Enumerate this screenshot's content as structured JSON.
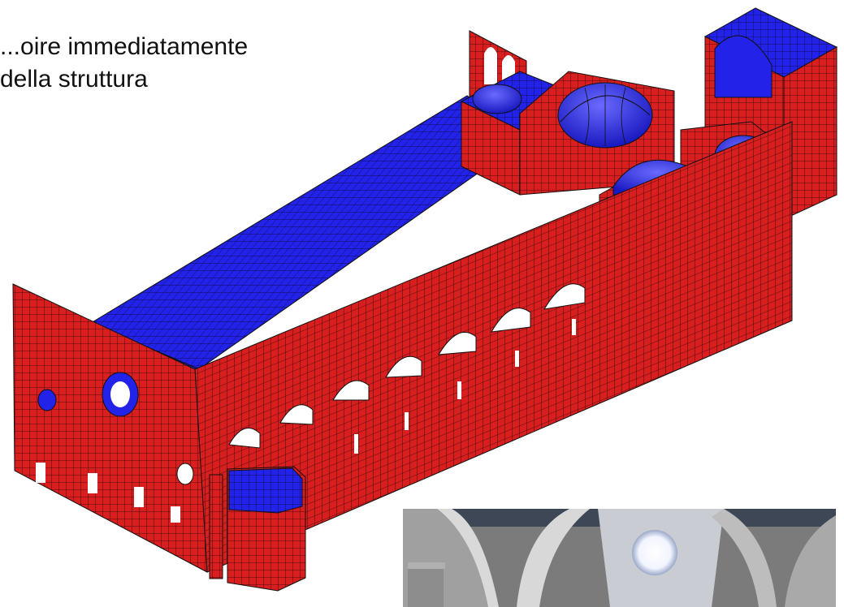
{
  "caption": {
    "line1": "...oire immediatamente",
    "line2": "della struttura"
  },
  "colors": {
    "mesh_wall": "#d81e1e",
    "mesh_roof": "#2222e8",
    "mesh_line": "#1a1a1a",
    "background": "#ffffff"
  },
  "images": [
    {
      "name": "fem-mesh-model",
      "subject": "3D finite element mesh of a church: red walls, blue roofs and domes"
    },
    {
      "name": "church-interior-photo",
      "subject": "interior photo of the nave with arches and a round window"
    }
  ]
}
